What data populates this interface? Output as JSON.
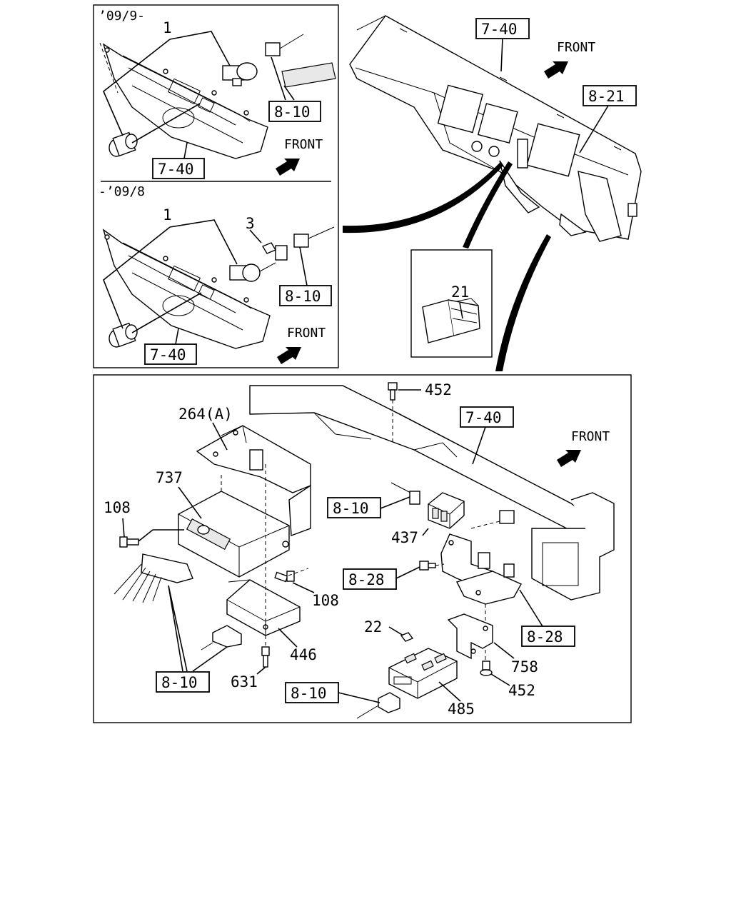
{
  "panels": {
    "top_left": {
      "version_label": "’09/9-",
      "callout_1": "1",
      "ref_8_10": "8-10",
      "ref_7_40": "7-40",
      "front": "FRONT"
    },
    "mid_left": {
      "version_label": "-’09/8",
      "callout_1": "1",
      "callout_3": "3",
      "ref_8_10": "8-10",
      "ref_7_40": "7-40",
      "front": "FRONT"
    },
    "top_right": {
      "ref_7_40": "7-40",
      "ref_8_21": "8-21",
      "front": "FRONT"
    },
    "inset": {
      "callout_21": "21"
    },
    "bottom": {
      "p452_top": "452",
      "ref_7_40": "7-40",
      "front": "FRONT",
      "p264a": "264(A)",
      "p737": "737",
      "p108_left": "108",
      "ref_8_10_mid": "8-10",
      "p437": "437",
      "ref_8_28_mid": "8-28",
      "p108_right": "108",
      "p22": "22",
      "ref_8_28_right": "8-28",
      "p446": "446",
      "p758": "758",
      "ref_8_10_left": "8-10",
      "p631": "631",
      "p452_bottom": "452",
      "ref_8_10_bottom": "8-10",
      "p485": "485"
    }
  }
}
